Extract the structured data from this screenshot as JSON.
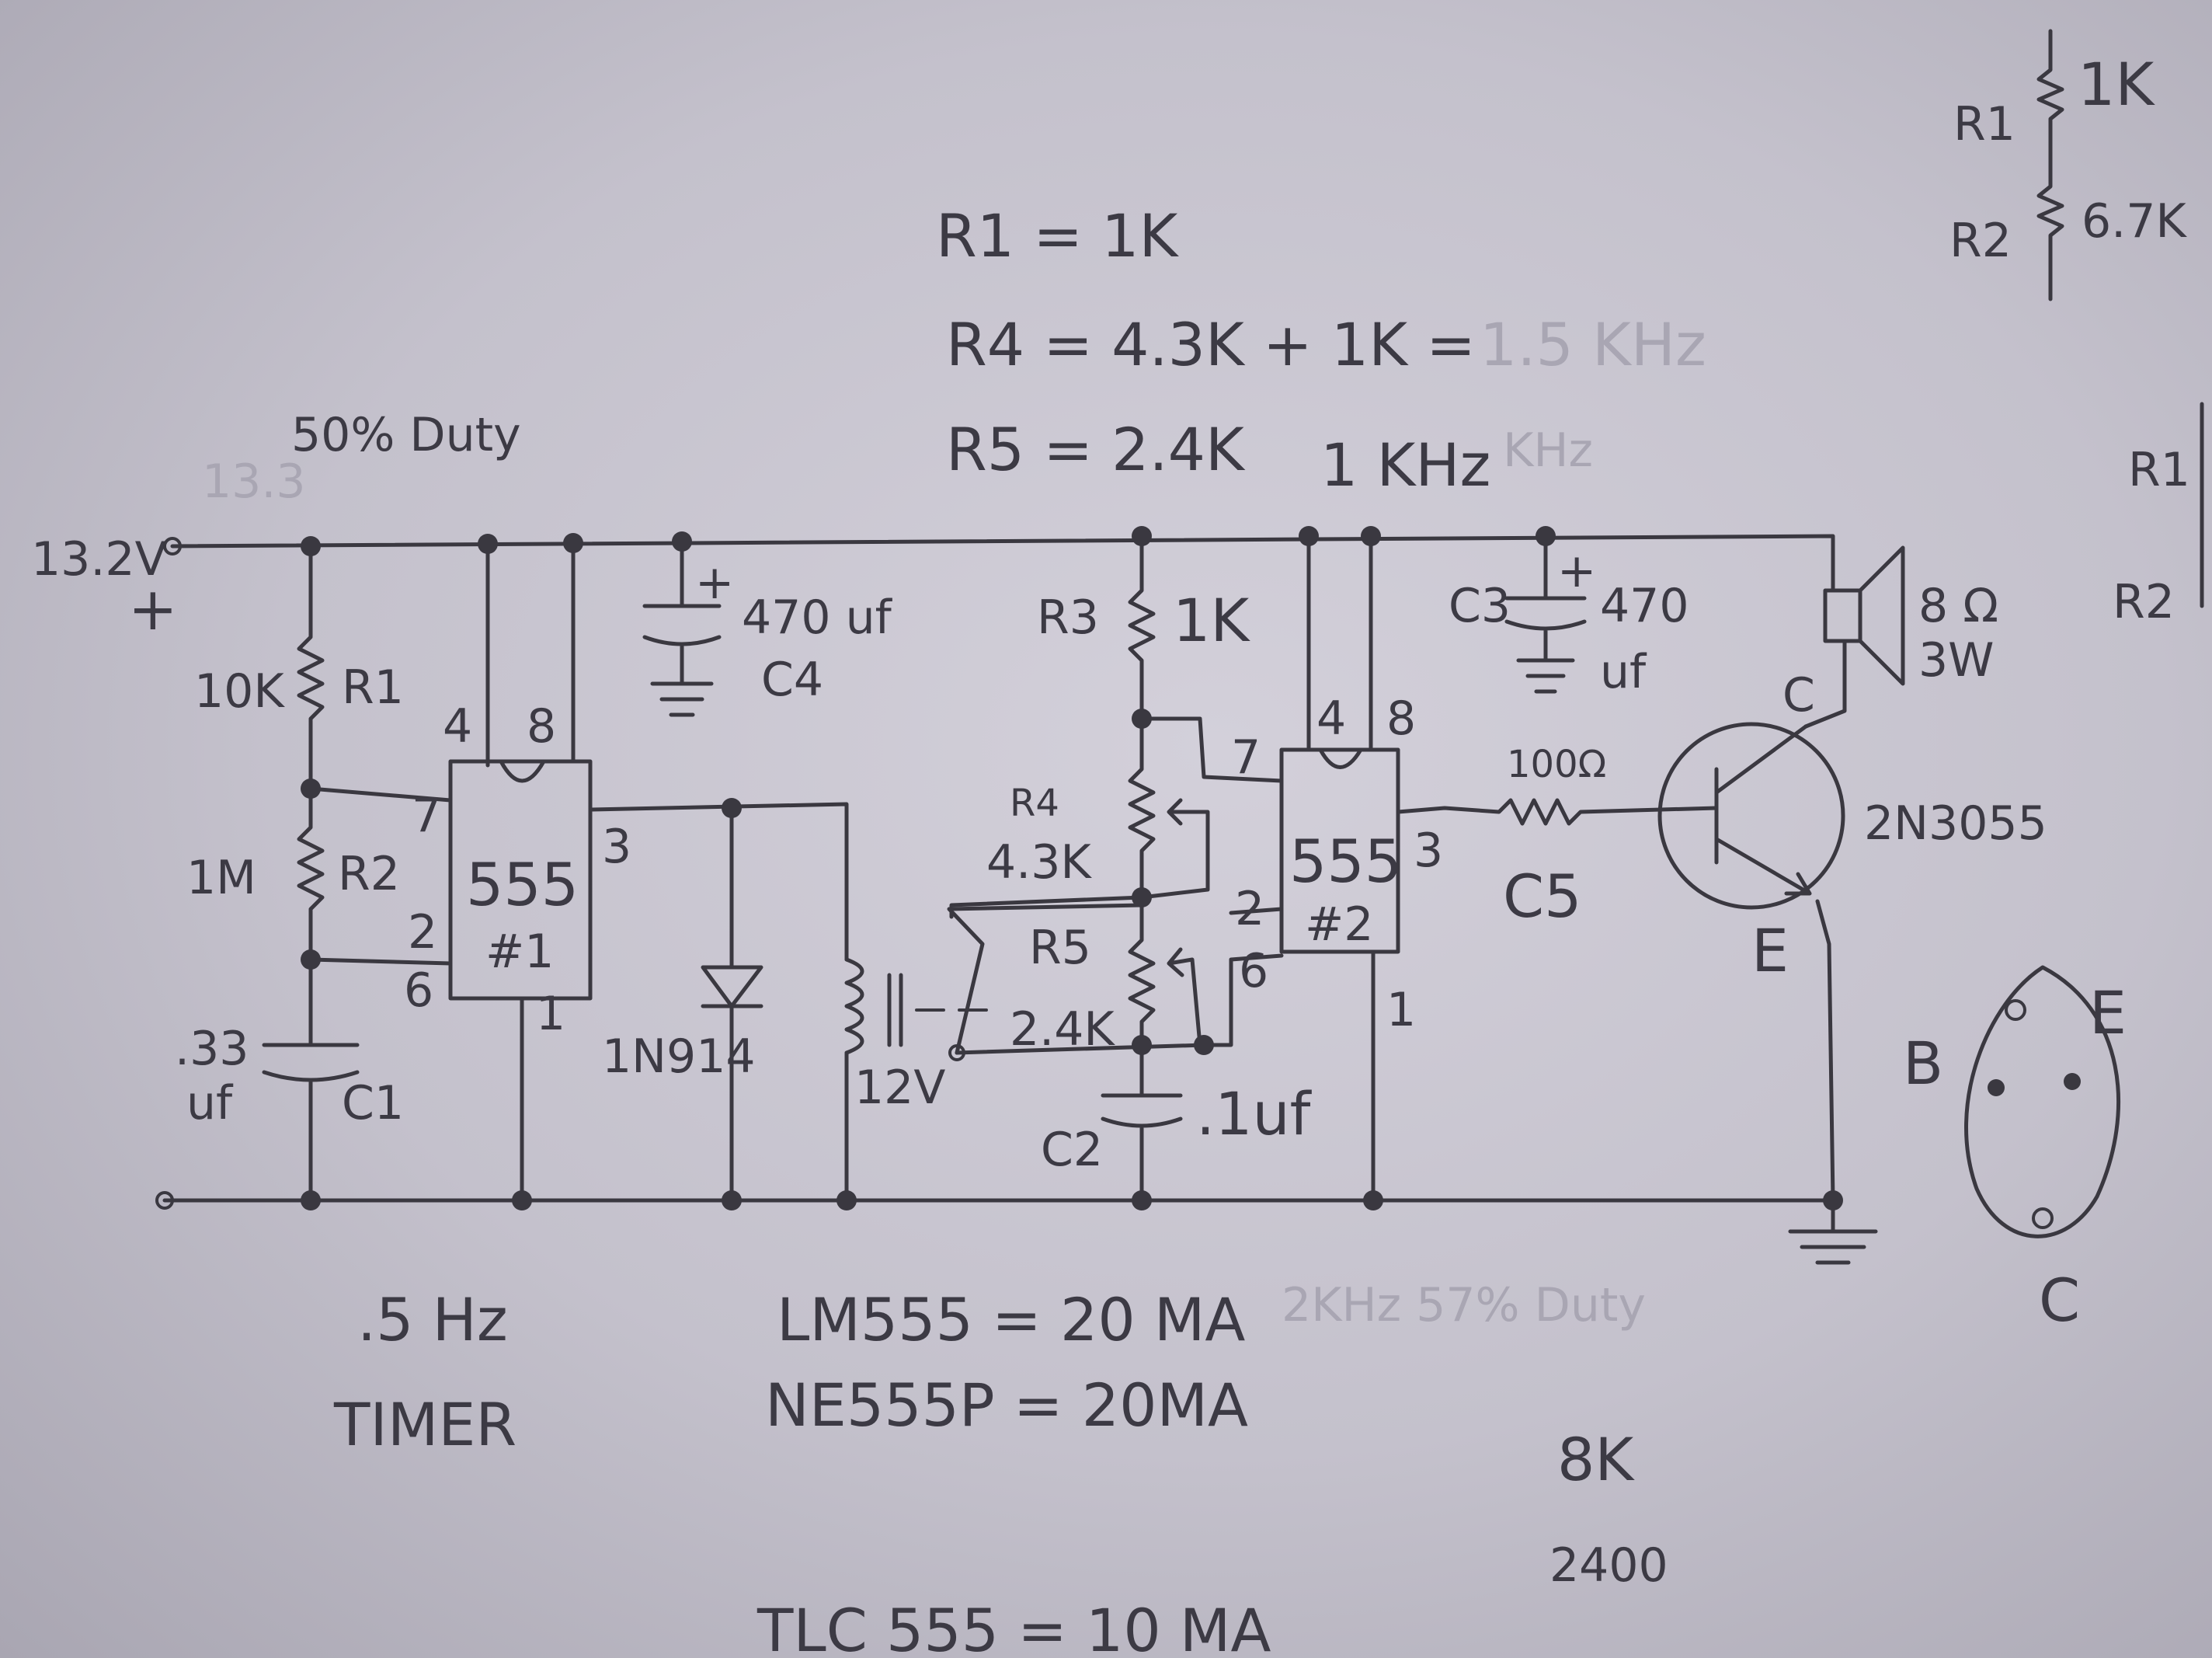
{
  "notes": {
    "r1_eq": "R1 = 1K",
    "r4_eq": "R4 = 4.3K + 1K =",
    "r4_faint": "1.5 KHz",
    "r5_eq": "R5 = 2.4K",
    "freq_2": "1 KHz",
    "freq_2_faint": "KHz",
    "duty": "50% Duty",
    "duty_faint": "13.3",
    "voltage": "13.2V",
    "plus_sign": "+",
    "freq_timer": ".5 Hz",
    "timer": "TIMER",
    "lm555": "LM555 = 20 MA",
    "ne555p": "NE555P = 20MA",
    "tlc555": "TLC 555 = 10 MA",
    "note_8k": "8K",
    "note_2400": "2400",
    "faint_bottom": "2KHz 57% Duty"
  },
  "components": {
    "r1_value": "10K",
    "r1_label": "R1",
    "r2_value": "1M",
    "r2_label": "R2",
    "c1_value_a": ".33",
    "c1_value_b": "uf",
    "c1_label": "C1",
    "ic1_name": "555",
    "ic1_number": "#1",
    "ic1_pins": {
      "p4": "4",
      "p8": "8",
      "p7": "7",
      "p3": "3",
      "p2": "2",
      "p6": "6",
      "p1": "1"
    },
    "c4_value": "470 uf",
    "c4_label": "C4",
    "c4_plus": "+",
    "diode_label": "1N914",
    "relay_label": "12V",
    "r3_label": "R3",
    "r3_value": "1K",
    "r4_label": "R4",
    "r4_value": "4.3K",
    "r5_label": "R5",
    "r5_value": "2.4K",
    "c2_label": "C2",
    "c2_value": ".1uf",
    "ic2_name": "555",
    "ic2_number": "#2",
    "ic2_pins": {
      "p4": "4",
      "p8": "8",
      "p7": "7",
      "p3": "3",
      "p2": "2",
      "p6": "6",
      "p1": "1"
    },
    "c3_label": "C3",
    "c3_value_a": "470",
    "c3_value_b": "uf",
    "c3_plus": "+",
    "r_base_value": "100Ω",
    "r_base_label": "C5",
    "speaker_ohms": "8 Ω",
    "speaker_watts": "3W",
    "transistor": "2N3055",
    "collector": "C",
    "emitter": "E"
  },
  "pinout": {
    "b": "B",
    "e": "E",
    "c": "C"
  },
  "side_divider": {
    "r1_label": "R1",
    "r1_value": "1K",
    "r2_label": "R2",
    "r2_value": "6.7K"
  },
  "edge_labels": {
    "r1": "R1",
    "r2": "R2"
  }
}
